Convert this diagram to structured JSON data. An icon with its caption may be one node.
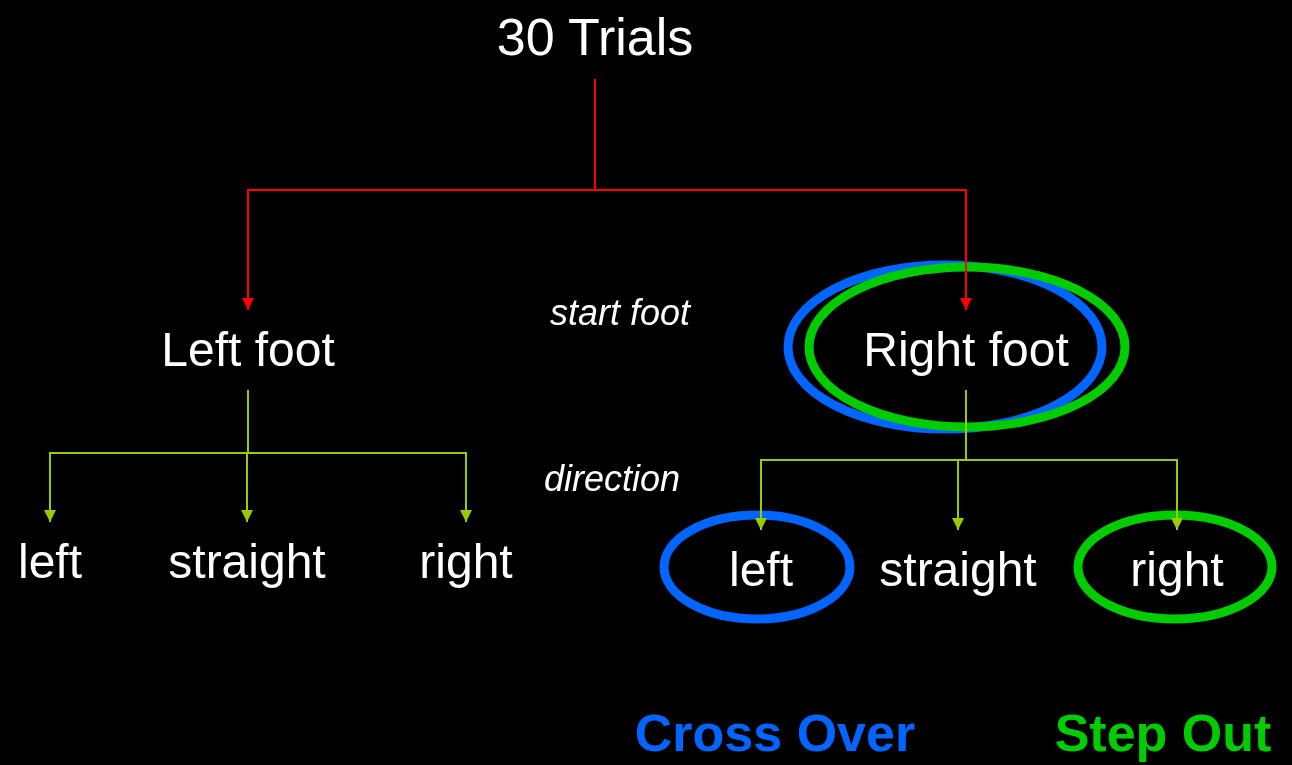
{
  "diagram": {
    "nodes": [
      {
        "text": [
          "30 Trials"
        ]
      },
      {
        "text": [
          "Left foot"
        ]
      },
      {
        "text": [
          "Right foot"
        ]
      },
      {
        "text": [
          "left"
        ]
      },
      {
        "text": [
          "straight"
        ]
      },
      {
        "text": [
          "right"
        ]
      },
      {
        "text": [
          "left"
        ]
      },
      {
        "text": [
          "straight"
        ]
      },
      {
        "text": [
          "right"
        ]
      }
    ],
    "edges": [
      {
        "from": 0,
        "to": 1,
        "arrow": "to",
        "color": "#ff0000"
      },
      {
        "from": 0,
        "to": 2,
        "arrow": "to",
        "color": "#ff0000"
      },
      {
        "from": 1,
        "to": 3,
        "arrow": "to"
      },
      {
        "from": 1,
        "to": 4,
        "arrow": "to"
      },
      {
        "from": 1,
        "to": 5,
        "arrow": "to"
      },
      {
        "from": 2,
        "to": 6,
        "arrow": "to"
      },
      {
        "from": 2,
        "to": 7,
        "arrow": "to"
      },
      {
        "from": 2,
        "to": 8,
        "arrow": "to"
      }
    ],
    "labels": [
      "start foot",
      "direction"
    ],
    "legend": [
      {
        "text": "Cross Over",
        "color": "#0066ff"
      },
      {
        "text": "Step Out",
        "color": "#00cc00"
      }
    ]
  }
}
